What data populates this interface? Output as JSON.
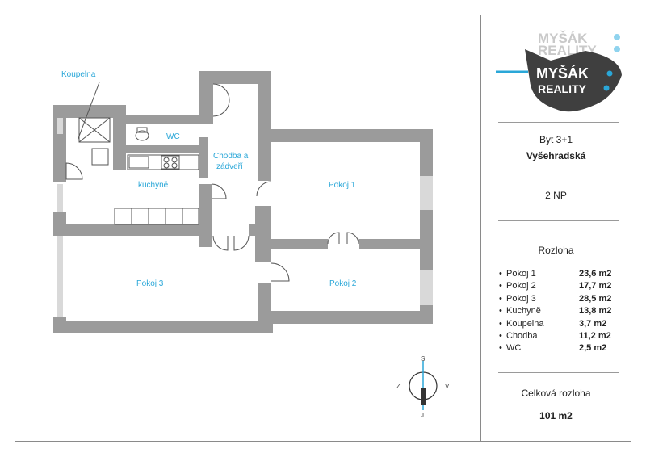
{
  "plan": {
    "rooms": {
      "koupelna": "Koupelna",
      "wc": "WC",
      "chodba_line1": "Chodba a",
      "chodba_line2": "zádveří",
      "kuchyne": "kuchyně",
      "pokoj1": "Pokoj 1",
      "pokoj2": "Pokoj 2",
      "pokoj3": "Pokoj 3"
    },
    "compass": {
      "n": "S",
      "s": "J",
      "w": "Z",
      "e": "V"
    }
  },
  "logo": {
    "line1": "MYŠÁK",
    "line2": "REALITY",
    "ghost_line1": "MYŠÁK",
    "ghost_line2": "REALITY"
  },
  "info": {
    "type": "Byt 3+1",
    "street": "Vyšehradská",
    "floor": "2 NP",
    "area_heading": "Rozloha",
    "areas": [
      {
        "name": "Pokoj 1",
        "value": "23,6 m2"
      },
      {
        "name": "Pokoj 2",
        "value": "17,7 m2"
      },
      {
        "name": "Pokoj 3",
        "value": "28,5 m2"
      },
      {
        "name": "Kuchyně",
        "value": "13,8 m2"
      },
      {
        "name": "Koupelna",
        "value": "3,7 m2"
      },
      {
        "name": "Chodba",
        "value": "11,2 m2"
      },
      {
        "name": "WC",
        "value": "2,5 m2"
      }
    ],
    "bullet": "•",
    "total_heading": "Celková rozloha",
    "total_value": "101 m2"
  }
}
